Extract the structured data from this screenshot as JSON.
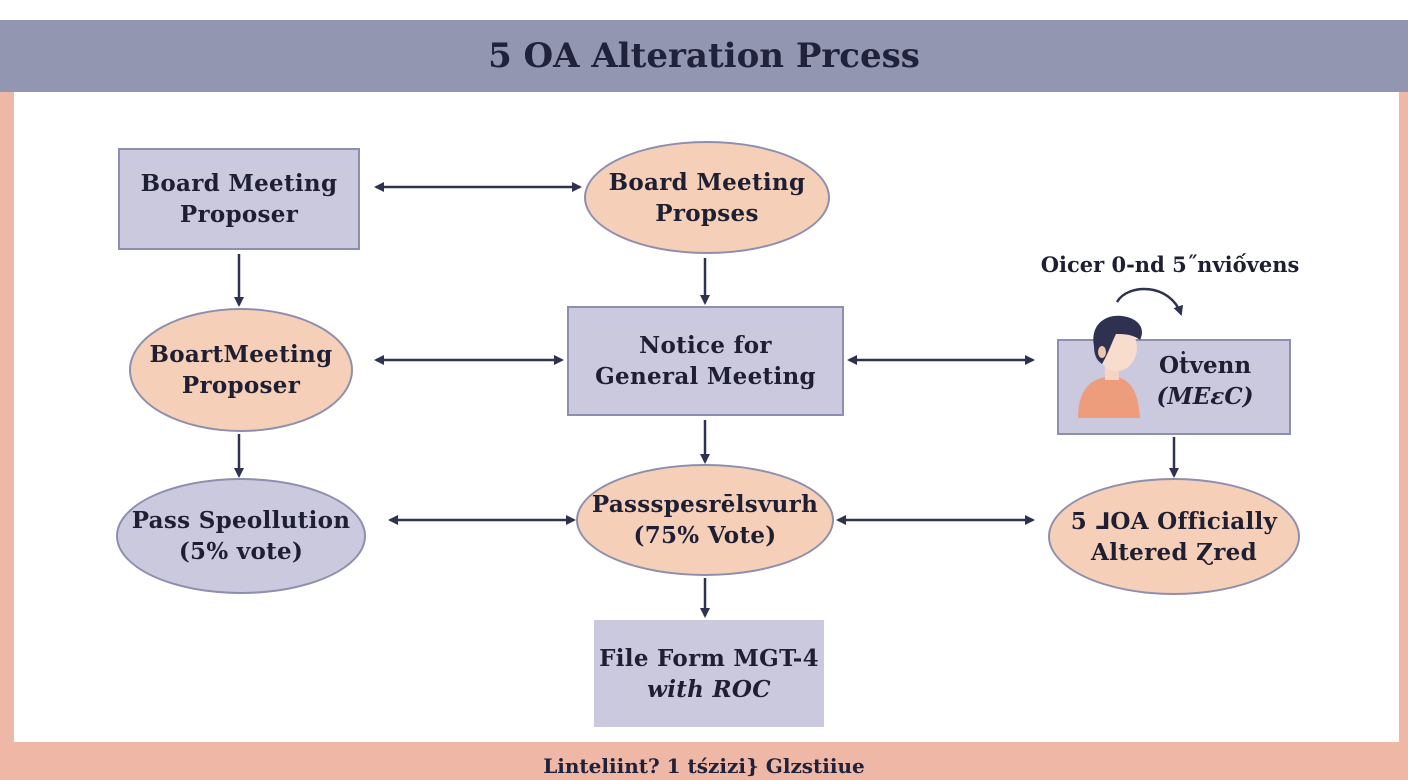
{
  "header": {
    "title": "5 OA Alteration Prcess"
  },
  "nodes": {
    "board_proposer_rect": {
      "line1": "Board Meeting",
      "line2": "Proposer"
    },
    "board_propses_oval": {
      "line1": "Board Meeting",
      "line2": "Propses"
    },
    "boart_proposer_oval": {
      "line1": "BoartMeeting",
      "line2": "Proposer"
    },
    "notice_general_meeting": {
      "line1": "Notice for",
      "line2": "General Meeting"
    },
    "pass_speollution": {
      "line1": "Pass Speollution",
      "line2": "(5% vote)"
    },
    "passspesrelsvurh": {
      "line1": "Passspesrēlsvurh",
      "line2": "(75% Vote)"
    },
    "file_form": {
      "line1": "File Form MGT-4",
      "line2": "with ROC"
    },
    "officer_label": "Oicer 0-nd 5˝nviốvens",
    "officer_box": {
      "line1": "Oṫvenn",
      "line2": "(MEɛC)"
    },
    "oa_officially_altered": {
      "line1": "5 ⅃OA Officially",
      "line2": "Altered Ɀred"
    }
  },
  "footer": {
    "caption": "Linteliint? 1 tśzizi} Glzstiiue"
  },
  "colors": {
    "title_bar": "#9396b0",
    "frame": "#efb7a5",
    "box_lavender": "#cbc9de",
    "box_peach": "#f5cfb7",
    "border": "#8c8faf",
    "arrow": "#2e3150",
    "text": "#1e1f33"
  },
  "icons": [
    "person-icon",
    "curved-arrow-icon"
  ]
}
